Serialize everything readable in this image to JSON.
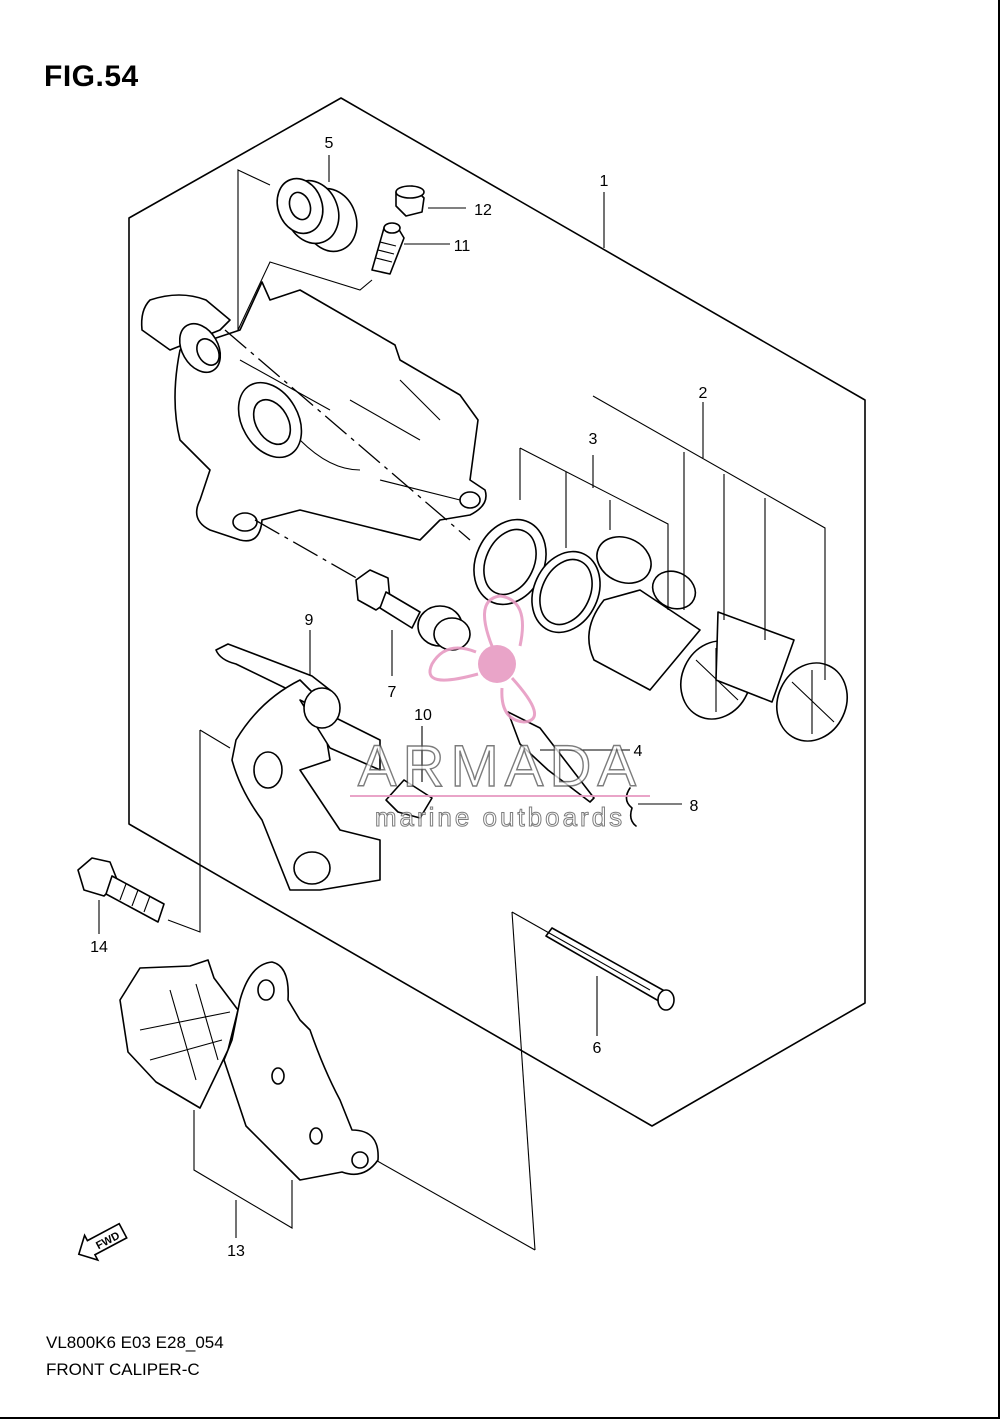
{
  "figure": {
    "title": "FIG.54",
    "model_code": "VL800K6 E03 E28_054",
    "section_name": "FRONT CALIPER-C"
  },
  "callouts": [
    "1",
    "2",
    "3",
    "4",
    "5",
    "6",
    "7",
    "8",
    "9",
    "10",
    "11",
    "12",
    "13",
    "14"
  ],
  "direction_marker": "FWD",
  "watermark": {
    "name": "ARMADA",
    "tagline": "marine outboards",
    "colors": {
      "logo": "#e79bc3",
      "text": "#555555"
    }
  },
  "colors": {
    "line": "#000000",
    "background": "#ffffff"
  }
}
